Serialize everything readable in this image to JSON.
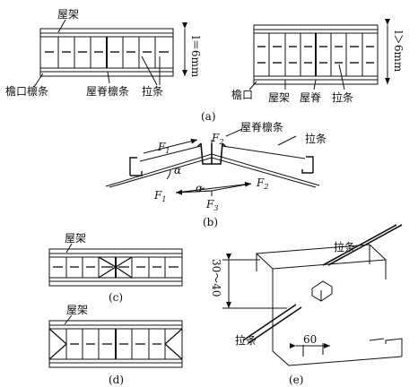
{
  "fig_a": {
    "left": {
      "truss": "屋架",
      "eave": "檐口檩条",
      "ridge": "屋脊檩条",
      "tie": "拉条",
      "dim": "l＝6mm"
    },
    "right": {
      "eave": "檐口",
      "truss": "屋架",
      "ridge": "屋脊",
      "tie": "拉条",
      "dim": "l＞6mm"
    },
    "caption": "(a)"
  },
  "fig_b": {
    "f1_sym": "F",
    "f1_sub": "1",
    "f2_sym": "F",
    "f2_sub": "2",
    "f3_sym": "F",
    "f3_sub": "3",
    "ridge": "屋脊檩条",
    "tie": "拉条",
    "alpha": "α",
    "caption": "(b)"
  },
  "fig_c": {
    "truss": "屋架",
    "caption": "(c)"
  },
  "fig_d": {
    "truss": "屋架",
    "caption": "(d)"
  },
  "fig_e": {
    "tie_top": "拉条",
    "tie_bottom": "拉条",
    "dim_v": "30～40",
    "dim_h": "60",
    "caption": "(e)"
  }
}
